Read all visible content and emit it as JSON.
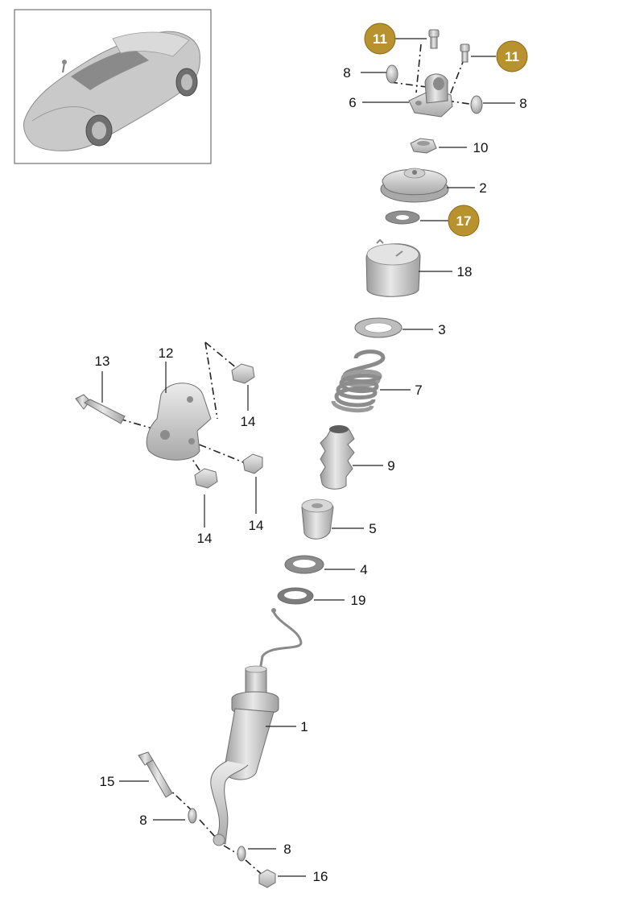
{
  "colors": {
    "badge_fill": "#b8922e",
    "badge_stroke": "#8a6a17",
    "part_light": "#e6e6e6",
    "part_mid": "#c4c4c4",
    "part_dark": "#8c8c8c"
  },
  "thumbnail": {
    "icon": "porsche-918-car-icon"
  },
  "callouts": [
    {
      "id": "c1",
      "number": "1"
    },
    {
      "id": "c2",
      "number": "2"
    },
    {
      "id": "c3",
      "number": "3"
    },
    {
      "id": "c4",
      "number": "4"
    },
    {
      "id": "c5",
      "number": "5"
    },
    {
      "id": "c6",
      "number": "6"
    },
    {
      "id": "c7",
      "number": "7"
    },
    {
      "id": "c8a",
      "number": "8"
    },
    {
      "id": "c8b",
      "number": "8"
    },
    {
      "id": "c8c",
      "number": "8"
    },
    {
      "id": "c8d",
      "number": "8"
    },
    {
      "id": "c9",
      "number": "9"
    },
    {
      "id": "c10",
      "number": "10"
    },
    {
      "id": "c11a",
      "number": "11",
      "highlighted": true
    },
    {
      "id": "c11b",
      "number": "11",
      "highlighted": true
    },
    {
      "id": "c12",
      "number": "12"
    },
    {
      "id": "c13",
      "number": "13"
    },
    {
      "id": "c14a",
      "number": "14"
    },
    {
      "id": "c14b",
      "number": "14"
    },
    {
      "id": "c14c",
      "number": "14"
    },
    {
      "id": "c15",
      "number": "15"
    },
    {
      "id": "c16",
      "number": "16"
    },
    {
      "id": "c17",
      "number": "17",
      "highlighted": true
    },
    {
      "id": "c18",
      "number": "18"
    },
    {
      "id": "c19",
      "number": "19"
    }
  ]
}
